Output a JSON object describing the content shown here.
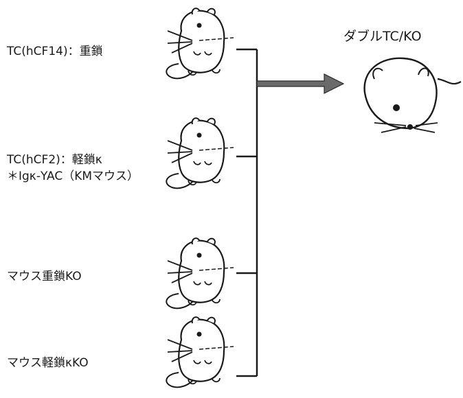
{
  "sources": [
    {
      "label": "TC(hCF14)：重鎖"
    },
    {
      "label": "TC(hCF2)：軽鎖κ",
      "sub": "＊Igκ-YAC（KMマウス）"
    },
    {
      "label": "マウス重鎖KO"
    },
    {
      "label": "マウス軽鎖κKO"
    }
  ],
  "result": {
    "label": "ダブルTC/KO"
  }
}
